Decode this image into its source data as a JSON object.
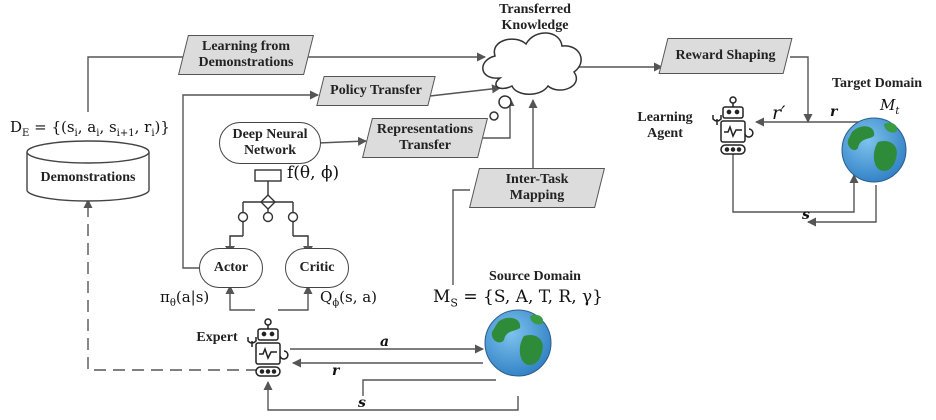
{
  "transferred_knowledge": "Transferred\nKnowledge",
  "boxes": {
    "learning_from_demo": "Learning from\nDemonstrations",
    "policy_transfer": "Policy Transfer",
    "representations_transfer": "Representations\nTransfer",
    "inter_task_mapping": "Inter-Task\nMapping",
    "reward_shaping": "Reward Shaping"
  },
  "deep_nn": "Deep Neural\nNetwork",
  "demonstrations": "Demonstrations",
  "de_formula": "D_E = {(s_i, a_i, s_{i+1}, r_i)}",
  "f_theta_phi": "f(θ, ϕ)",
  "actor": "Actor",
  "critic": "Critic",
  "pi_label": "π_θ(a|s)",
  "q_label": "Q_ϕ(s, a)",
  "expert": "Expert",
  "source_domain": "Source Domain",
  "ms_formula": "M_S = {S, A, T, R, γ}",
  "target_domain": "Target Domain",
  "mt_label": "M_t",
  "learning_agent": "Learning\nAgent",
  "r_prime": "r′",
  "signals": {
    "a": "a",
    "r_source": "r",
    "s_source": "s",
    "r_target": "r",
    "s_target": "s"
  }
}
